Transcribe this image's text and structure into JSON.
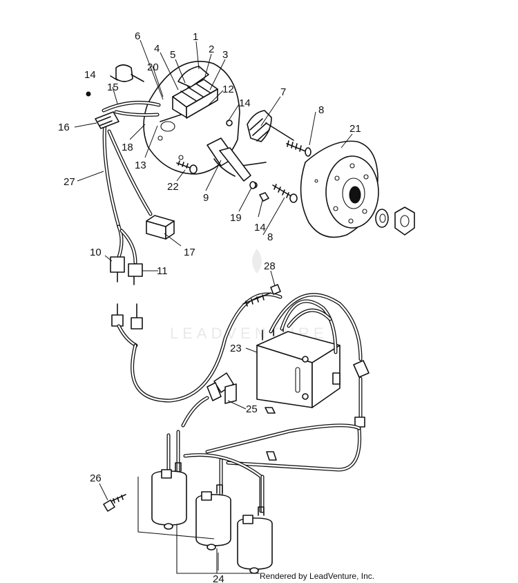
{
  "callouts": [
    {
      "id": "c1",
      "text": "1"
    },
    {
      "id": "c2",
      "text": "2"
    },
    {
      "id": "c3",
      "text": "3"
    },
    {
      "id": "c4",
      "text": "4"
    },
    {
      "id": "c5",
      "text": "5"
    },
    {
      "id": "c6",
      "text": "6"
    },
    {
      "id": "c7",
      "text": "7"
    },
    {
      "id": "c8a",
      "text": "8"
    },
    {
      "id": "c8b",
      "text": "8"
    },
    {
      "id": "c9",
      "text": "9"
    },
    {
      "id": "c10",
      "text": "10"
    },
    {
      "id": "c11",
      "text": "11"
    },
    {
      "id": "c12",
      "text": "12"
    },
    {
      "id": "c13",
      "text": "13"
    },
    {
      "id": "c14a",
      "text": "14"
    },
    {
      "id": "c14b",
      "text": "14"
    },
    {
      "id": "c14c",
      "text": "14"
    },
    {
      "id": "c15",
      "text": "15"
    },
    {
      "id": "c16",
      "text": "16"
    },
    {
      "id": "c17",
      "text": "17"
    },
    {
      "id": "c18",
      "text": "18"
    },
    {
      "id": "c19",
      "text": "19"
    },
    {
      "id": "c20",
      "text": "20"
    },
    {
      "id": "c21",
      "text": "21"
    },
    {
      "id": "c22",
      "text": "22"
    },
    {
      "id": "c23",
      "text": "23"
    },
    {
      "id": "c24",
      "text": "24"
    },
    {
      "id": "c25",
      "text": "25"
    },
    {
      "id": "c26",
      "text": "26"
    },
    {
      "id": "c27",
      "text": "27"
    },
    {
      "id": "c28",
      "text": "28"
    }
  ],
  "watermark": "LEADVENTURE",
  "credit": "Rendered by LeadVenture, Inc."
}
